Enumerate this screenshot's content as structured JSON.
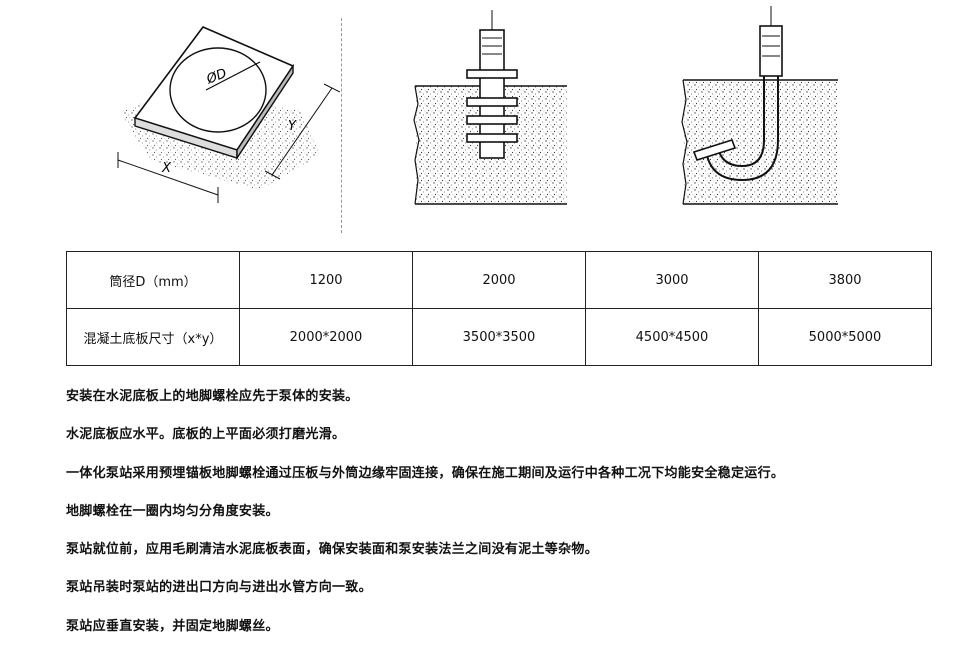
{
  "figures": {
    "plate_label_diameter": "ØD",
    "plate_label_x": "X",
    "plate_label_y": "Y"
  },
  "table": {
    "header_label": "筒径D（mm）",
    "size_label": "混凝土底板尺寸（x*y）",
    "diameters": [
      "1200",
      "2000",
      "3000",
      "3800"
    ],
    "sizes": [
      "2000*2000",
      "3500*3500",
      "4500*4500",
      "5000*5000"
    ]
  },
  "notes": [
    "安装在水泥底板上的地脚螺栓应先于泵体的安装。",
    "水泥底板应水平。底板的上平面必须打磨光滑。",
    "一体化泵站采用预埋锚板地脚螺栓通过压板与外筒边缘牢固连接，确保在施工期间及运行中各种工况下均能安全稳定运行。",
    "地脚螺栓在一圈内均匀分角度安装。",
    "泵站就位前，应用毛刷清洁水泥底板表面，确保安装面和泵安装法兰之间没有泥土等杂物。",
    "泵站吊装时泵站的进出口方向与进出水管方向一致。",
    "泵站应垂直安装，并固定地脚螺丝。"
  ]
}
